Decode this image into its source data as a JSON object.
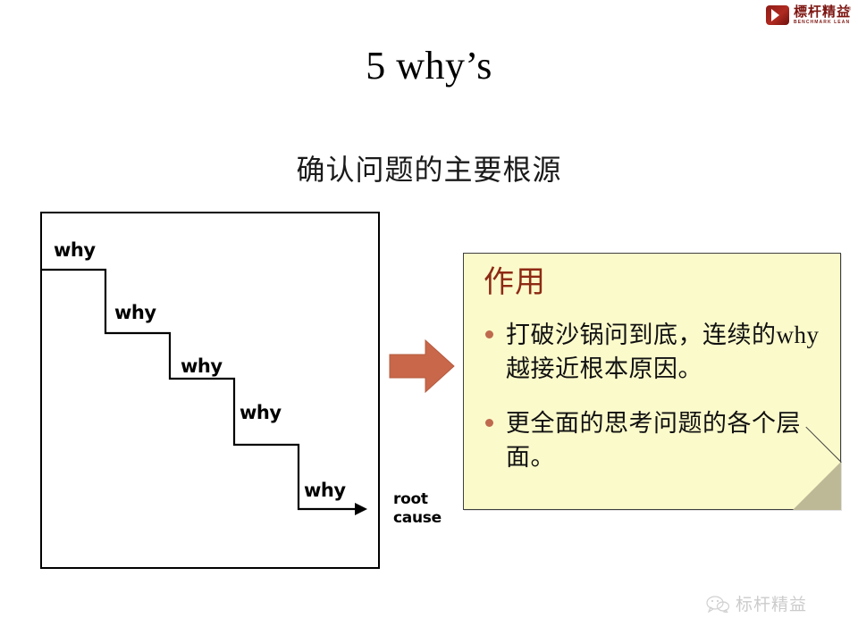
{
  "logo": {
    "cn": "標杆精益",
    "en": "BENCHMARK LEAN",
    "registered": "®",
    "color": "#7d1612"
  },
  "title": "5 why’s",
  "subtitle": "确认问题的主要根源",
  "diagram": {
    "steps": [
      {
        "label": "why"
      },
      {
        "label": "why"
      },
      {
        "label": "why"
      },
      {
        "label": "why"
      },
      {
        "label": "why"
      }
    ],
    "outcome_line1": "root",
    "outcome_line2": "cause",
    "arrow_color": "#c8674a",
    "line_color": "#000000"
  },
  "note": {
    "heading": "作用",
    "heading_color": "#8d2a14",
    "background": "#fbfacb",
    "bullet_color": "#bf6a4e",
    "fold_color": "#bdb895",
    "items": [
      "打破沙锅问到底，连续的why越接近根本原因。",
      "更全面的思考问题的各个层面。"
    ]
  },
  "watermark": {
    "text": "标杆精益",
    "icon": "wechat-bubble-icon"
  }
}
